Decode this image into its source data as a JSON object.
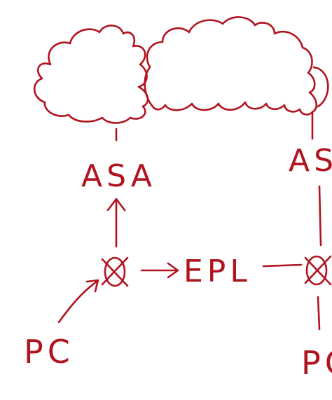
{
  "colors": {
    "ink": "#b0141f",
    "background": "#ffffff"
  },
  "nodes": {
    "left_cloud": {
      "kind": "cloud",
      "icon": "cloud-icon"
    },
    "right_cloud": {
      "kind": "cloud",
      "icon": "cloud-icon"
    },
    "left_asa": {
      "label": "ASA"
    },
    "right_asa": {
      "label": "ASA"
    },
    "left_router": {
      "kind": "router",
      "icon": "router-icon"
    },
    "right_router": {
      "kind": "router",
      "icon": "router-icon"
    },
    "epl": {
      "label": "EPL"
    },
    "left_pc": {
      "label": "PC"
    },
    "right_pc": {
      "label": "PC"
    }
  }
}
